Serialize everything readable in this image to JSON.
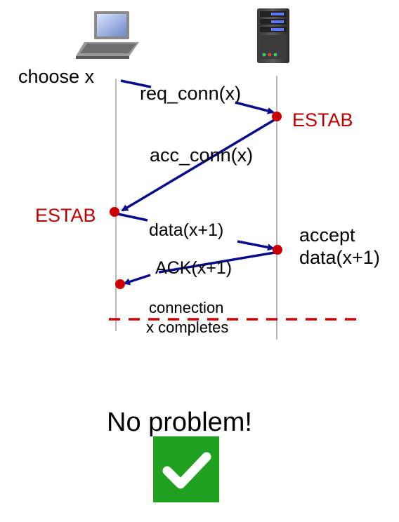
{
  "client_label": "choose x",
  "messages": {
    "req": "req_conn(x)",
    "acc": "acc_conn(x)",
    "data": "data(x+1)",
    "ack": "ACK(x+1)"
  },
  "states": {
    "server_estab": "ESTAB",
    "client_estab": "ESTAB"
  },
  "server_accept": {
    "line1": "accept",
    "line2": "data(x+1)"
  },
  "connection_complete": {
    "line1": "connection",
    "line2": "x completes"
  },
  "verdict": "No problem!",
  "colors": {
    "arrow": "#0a0a8c",
    "dot": "#cc0000",
    "state_text": "#c00000",
    "check_bg": "#1fa01f"
  },
  "icons": {
    "client": "laptop-icon",
    "server": "server-icon",
    "verdict": "checkmark-icon"
  }
}
